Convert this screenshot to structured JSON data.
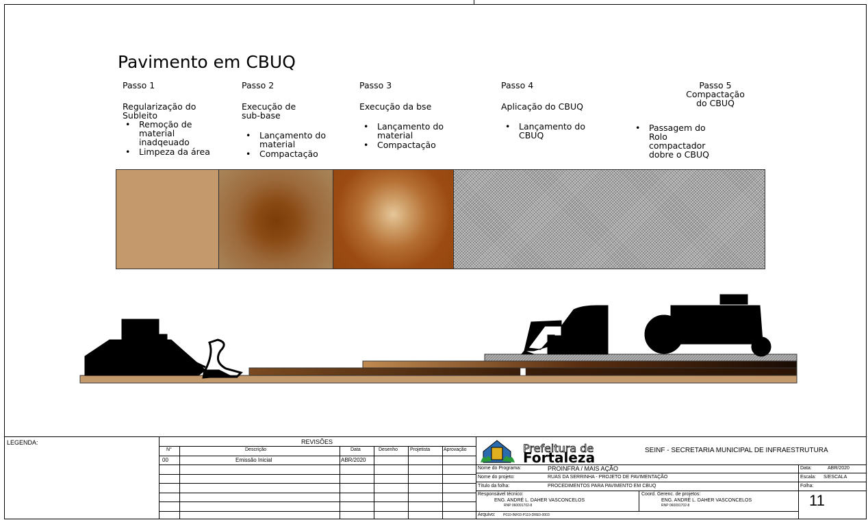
{
  "title": "Pavimento em CBUQ",
  "steps": [
    {
      "label": "Passo 1",
      "desc": "Regularização do Subleito",
      "bullets": [
        "Remoção de material inadqeuado",
        "Limpeza da área"
      ]
    },
    {
      "label": "Passo 2",
      "desc": "Execução de sub-base",
      "bullets": [
        "Lançamento do material",
        "Compactação"
      ]
    },
    {
      "label": "Passo 3",
      "desc": "Execução da bse",
      "bullets": [
        "Lançamento do material",
        "Compactação"
      ]
    },
    {
      "label": "Passo 4",
      "desc": "Aplicação do CBUQ",
      "bullets": [
        "Lançamento do CBUQ"
      ]
    },
    {
      "label": "Passo 5",
      "desc": "Compactação do CBUQ",
      "bullets": [
        "Passagem do Rolo compactador dobre o CBUQ"
      ]
    }
  ],
  "layer_colors": {
    "subleito": "#c49a6c",
    "sub_base": "#8a4a14",
    "base": "#b56f33",
    "cbuq": "#a9a9a9"
  },
  "title_block": {
    "legend_label": "LEGENDA:",
    "revisions_title": "REVISÕES",
    "rev_headers": {
      "n": "N°",
      "desc": "Descrição",
      "date": "Data",
      "draw": "Desenho",
      "designer": "Projetista",
      "approval": "Aprovação"
    },
    "rev_row": {
      "n": "00",
      "desc": "Emissão Inicial",
      "date": "ABR/2020"
    },
    "logo_small": "Prefeitura de",
    "logo_big": "Fortaleza",
    "secretaria": "SEINF - SECRETARIA MUNICIPAL DE INFRAESTRUTURA",
    "programa_label": "Nome do Programa:",
    "programa": "PROINFRA / MAIS AÇÃO",
    "projeto_label": "Nome do projeto:",
    "projeto": "RUAS DA SERRINHA - PROJETO DE PAVIMENTAÇÃO",
    "folha_title_label": "Título da folha:",
    "folha_title": "PROCEDIMENTOS PARA PAVIMENTO EM CBUQ",
    "resp_label": "Responsável técnico:",
    "resp_name": "ENG. ANDRÉ L. DAHER VASCONCELOS",
    "resp_rnp": "RNP 060091702-8",
    "coord_label": "Coord. Gerenc. de projetos:",
    "coord_name": "ENG. ANDRÉ L. DAHER VASCONCELOS",
    "coord_rnp": "RNP 060091702-8",
    "arquivo_label": "Arquivo:",
    "arquivo": "P010-INF03-P119-DRE0-0003",
    "data_label": "Data:",
    "data": "ABR/2020",
    "escala_label": "Escala:",
    "escala": "S/ESCALA",
    "folha_label": "Folha:",
    "folha": "11"
  }
}
